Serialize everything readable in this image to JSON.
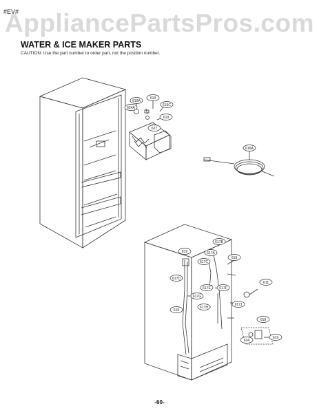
{
  "header": {
    "corner_tag": "#EV#",
    "watermark": "AppliancePartsPros.com"
  },
  "section": {
    "title": "WATER & ICE MAKER PARTS",
    "caution": "CAUTION: Use the part number to order part, not the position number."
  },
  "callouts": {
    "ice_maker": [
      "616A",
      "619",
      "616C",
      "624A",
      "619",
      "627"
    ],
    "water_line": "616A",
    "back_assembly": [
      "619",
      "617B",
      "617A",
      "617C",
      "619",
      "617D",
      "617E",
      "617F",
      "617G",
      "619",
      "617H",
      "617J",
      "611",
      "618",
      "634",
      "619"
    ]
  },
  "footer": {
    "page_number": "-60-"
  },
  "colors": {
    "line": "#333333",
    "watermark": "#d9d9d9"
  }
}
